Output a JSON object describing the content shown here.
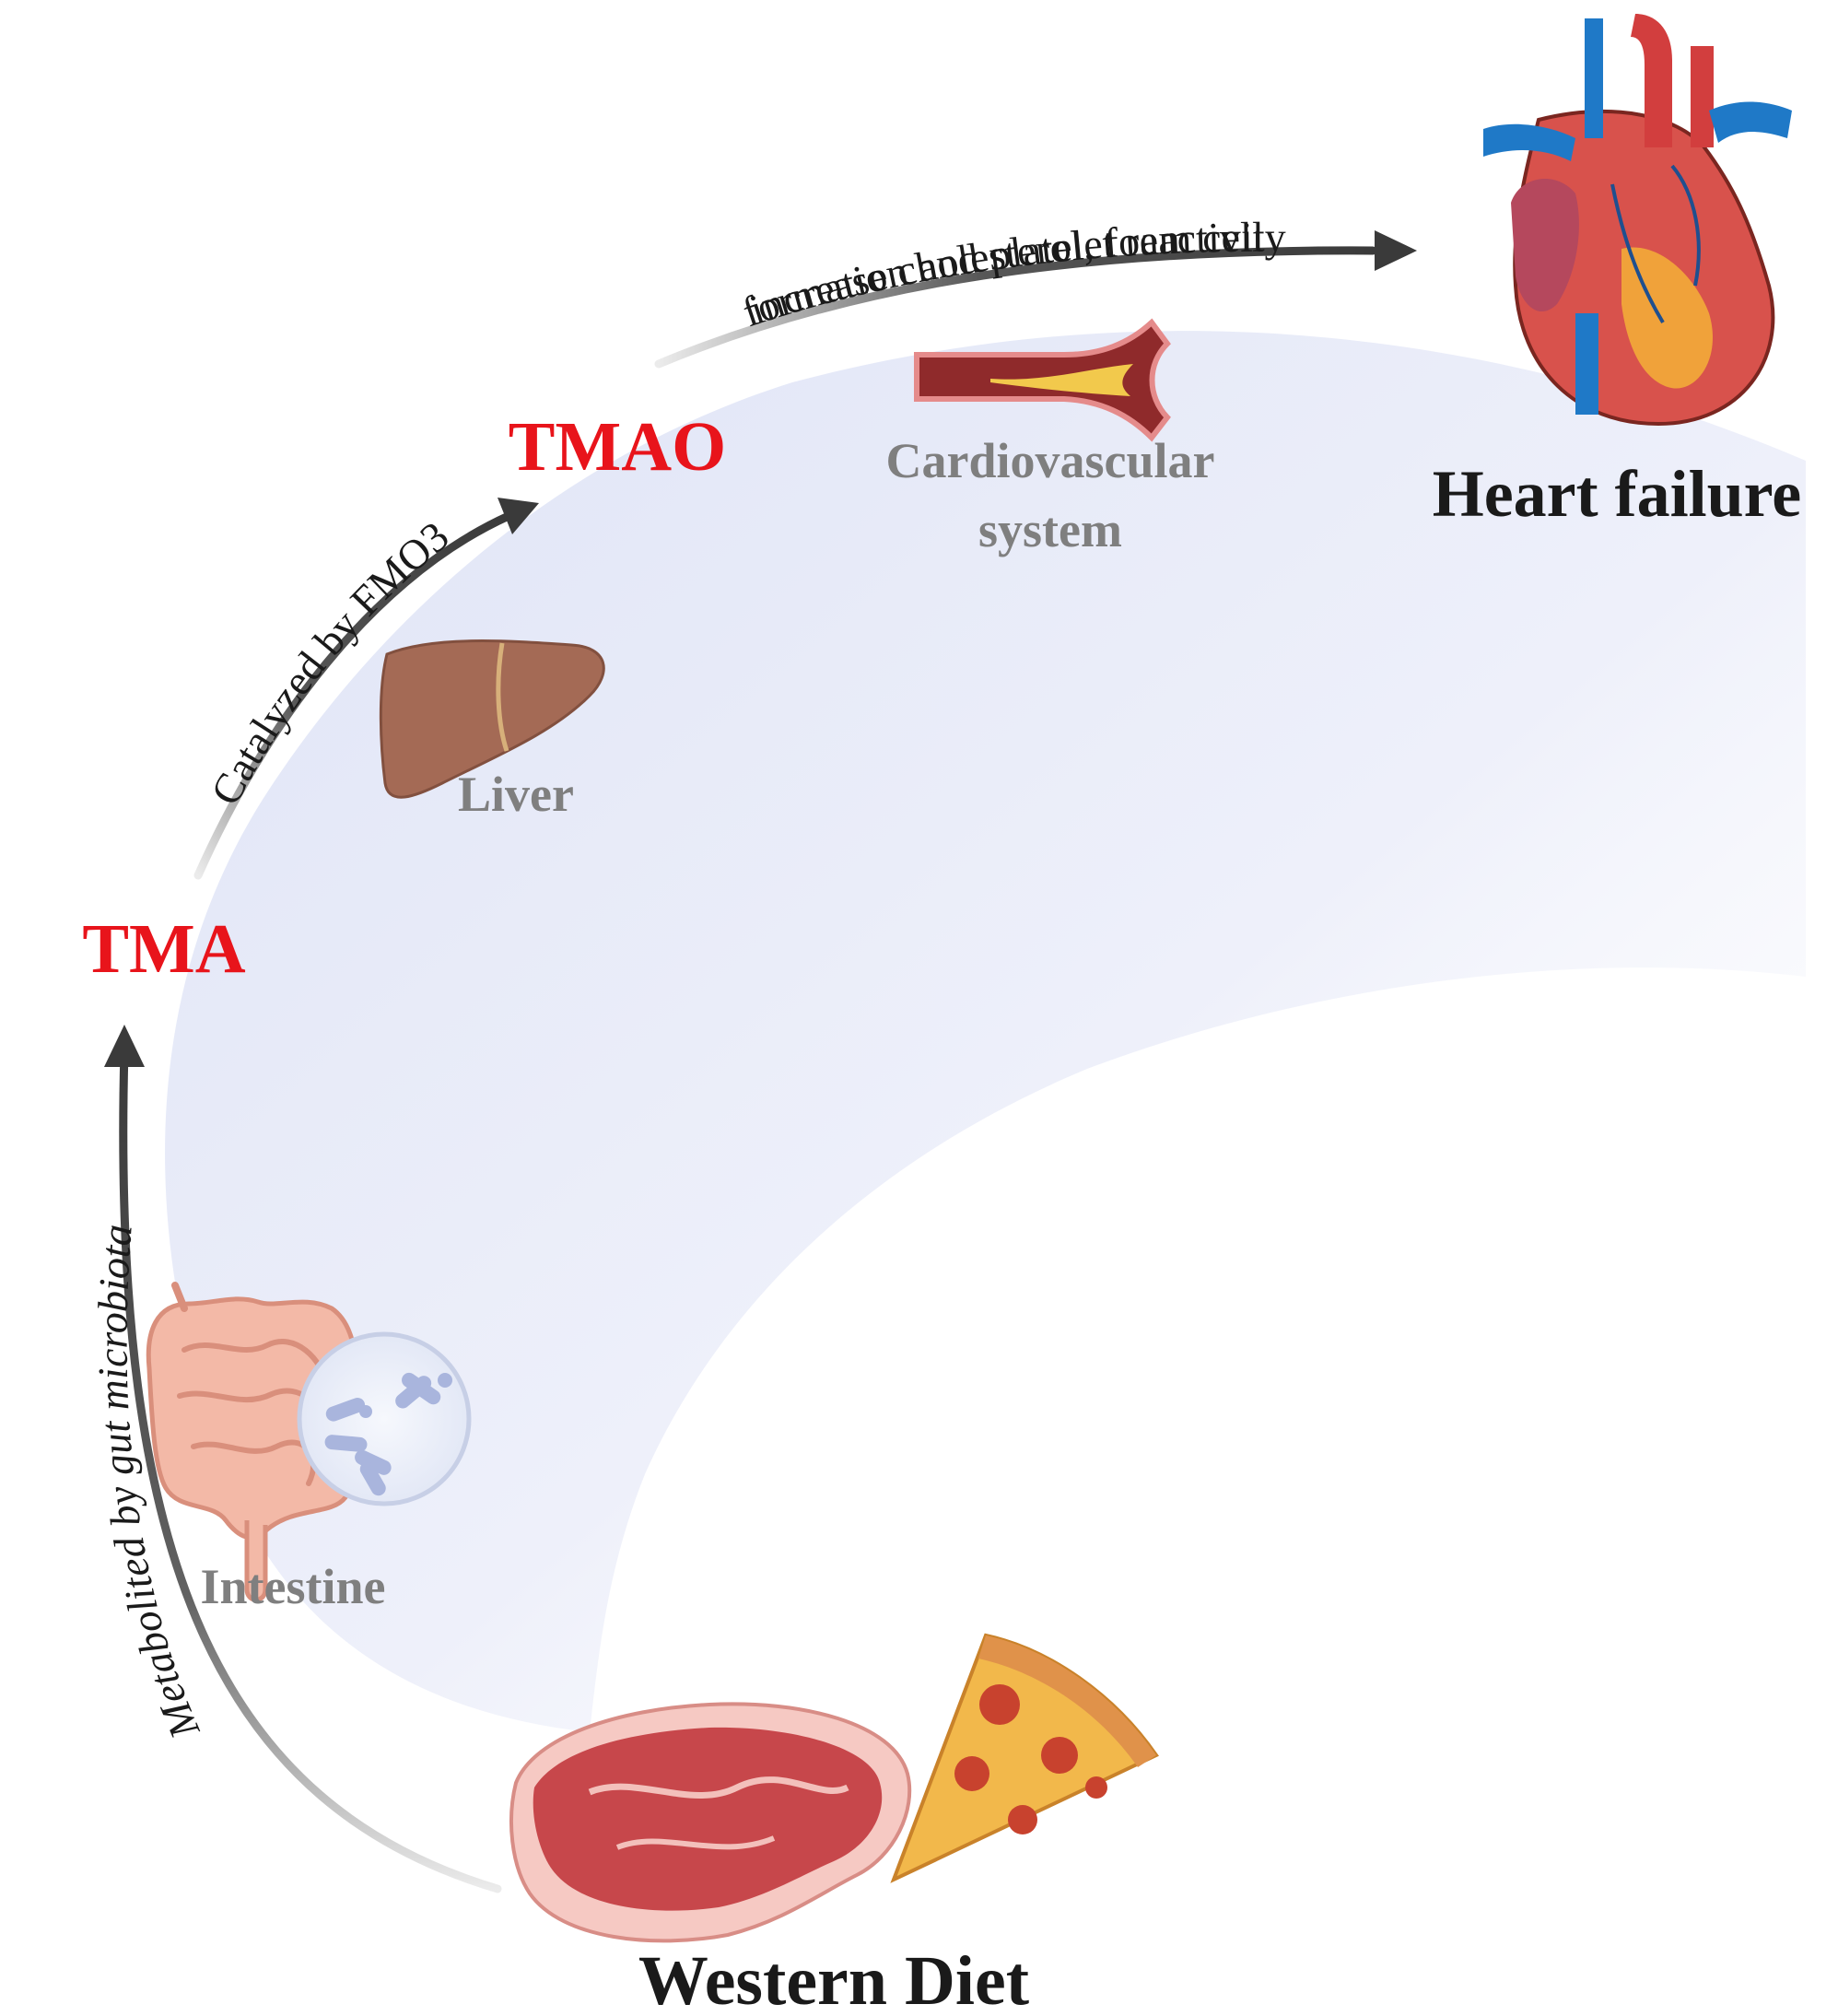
{
  "nodes": {
    "western_diet": "Western Diet",
    "intestine": "Intestine",
    "tma": "TMA",
    "liver": "Liver",
    "tmao": "TMAO",
    "cardiovascular_line1": "Cardiovascular",
    "cardiovascular_line2": "system",
    "heart_failure": "Heart failure"
  },
  "edges": {
    "diet_to_tma": "Metabolited by gut microbiota",
    "tma_to_tmao": "Catalyzed by FMO3",
    "tmao_to_hf_line1": "increase cholesterol, foam cell",
    "tmao_to_hf_line2": "formation and platelet reactivity"
  },
  "icons": [
    "meat-icon",
    "pizza-icon",
    "intestine-icon",
    "bacteria-icon",
    "liver-icon",
    "artery-icon",
    "heart-icon"
  ],
  "colors": {
    "highlight": "#e8141b",
    "organ_label": "#7f7f7f",
    "main_label": "#1a1a1a",
    "arrow": "#3a3a3a",
    "pathway_band": "#e6e9f7"
  }
}
